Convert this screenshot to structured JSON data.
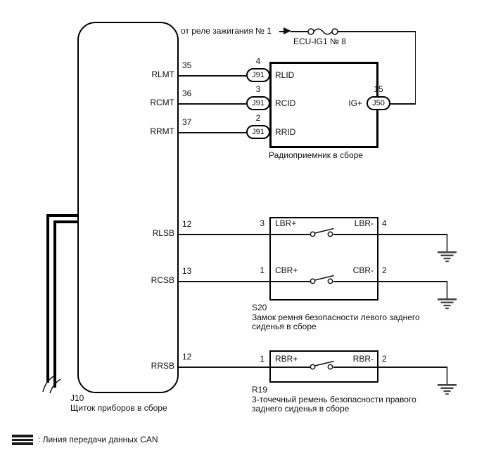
{
  "top": {
    "source": "от реле зажигания № 1",
    "fuse": "ECU-IG1 № 8"
  },
  "j10": {
    "id": "J10",
    "name": "Щиток приборов в сборе",
    "pins": [
      {
        "num": "35",
        "label": "RLMT"
      },
      {
        "num": "36",
        "label": "RCMT"
      },
      {
        "num": "37",
        "label": "RRMT"
      },
      {
        "num": "12",
        "label": "RLSB"
      },
      {
        "num": "13",
        "label": "RCSB"
      },
      {
        "num": "12",
        "label": "RRSB"
      }
    ]
  },
  "radio": {
    "name": "Радиоприемник в сборе",
    "inputs": [
      {
        "num": "4",
        "conn": "J91",
        "label": "RLID"
      },
      {
        "num": "3",
        "conn": "J91",
        "label": "RCID"
      },
      {
        "num": "2",
        "conn": "J91",
        "label": "RRID"
      }
    ],
    "ig": {
      "num": "15",
      "conn": "J50",
      "label": "IG+"
    }
  },
  "s20": {
    "id": "S20",
    "name": "Замок ремня безопасности левого заднего сиденья в сборе",
    "rows": [
      {
        "lnum": "3",
        "lpin": "LBR+",
        "rpin": "LBR-",
        "rnum": "4"
      },
      {
        "lnum": "1",
        "lpin": "CBR+",
        "rpin": "CBR-",
        "rnum": "2"
      }
    ]
  },
  "r19": {
    "id": "R19",
    "name": "3-точечный ремень безопасности правого заднего сиденья в сборе",
    "rows": [
      {
        "lnum": "1",
        "lpin": "RBR+",
        "rpin": "RBR-",
        "rnum": "2"
      }
    ]
  },
  "legend": {
    "can": ": Линия передачи данных CAN"
  },
  "colors": {
    "line": "#111111",
    "ground": "#444444"
  }
}
